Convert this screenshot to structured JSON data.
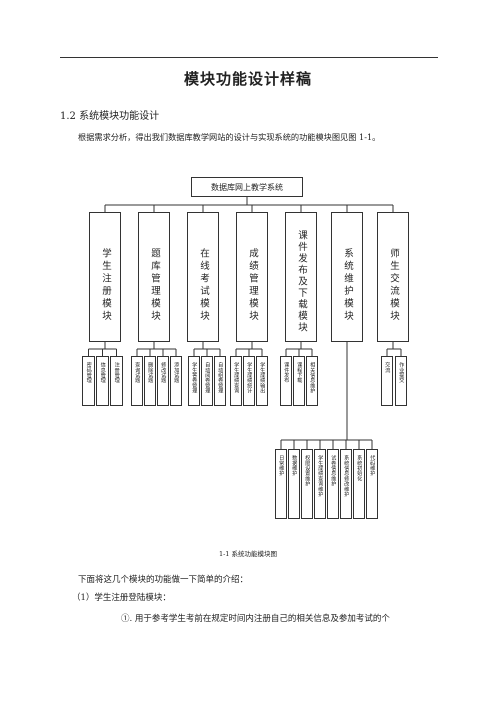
{
  "doc": {
    "title": "模块功能设计样稿",
    "section": "1.2  系统模块功能设计",
    "intro": "根据需求分析，得出我们数据库教学网站的设计与实现系统的功能模块图见图 1-1。",
    "caption": "1-1  系统功能模块图",
    "body_line1": "下面将这几个模块的功能做一下简单的介绍：",
    "body_line2": "（1）学生注册登陆模块：",
    "body_line3": "①. 用于参考学生考前在规定时间内注册自己的相关信息及参加考试的个"
  },
  "diagram": {
    "root": "数据库网上教学系统",
    "modules": [
      {
        "label": "学生注册模块",
        "subs": [
          "密码管理",
          "信息管理",
          "注册管理"
        ]
      },
      {
        "label": "题库管理模块",
        "subs": [
          "查询试题",
          "删除试题",
          "修改试题",
          "添加试题"
        ]
      },
      {
        "label": "在线考试模块",
        "subs": [
          "学生答卷管理",
          "自动阅卷管理",
          "自动组卷管理"
        ]
      },
      {
        "label": "成绩管理模块",
        "subs": [
          "学生成绩查询",
          "学生成绩统计",
          "学生成绩输出"
        ]
      },
      {
        "label": "课件发布及下载模块",
        "subs": [
          "课件发布",
          "课程下载",
          "相关信息维护"
        ]
      },
      {
        "label": "系统维护模块",
        "subs": [
          "日常维护",
          "数据维护",
          "权限设置维护",
          "学生成绩查询维护",
          "试卷信息维护",
          "系统信息修改维护",
          "系统初始化",
          "代码维护"
        ]
      },
      {
        "label": "师生交流模块",
        "subs": [
          "交流",
          "作业提交"
        ]
      }
    ]
  }
}
